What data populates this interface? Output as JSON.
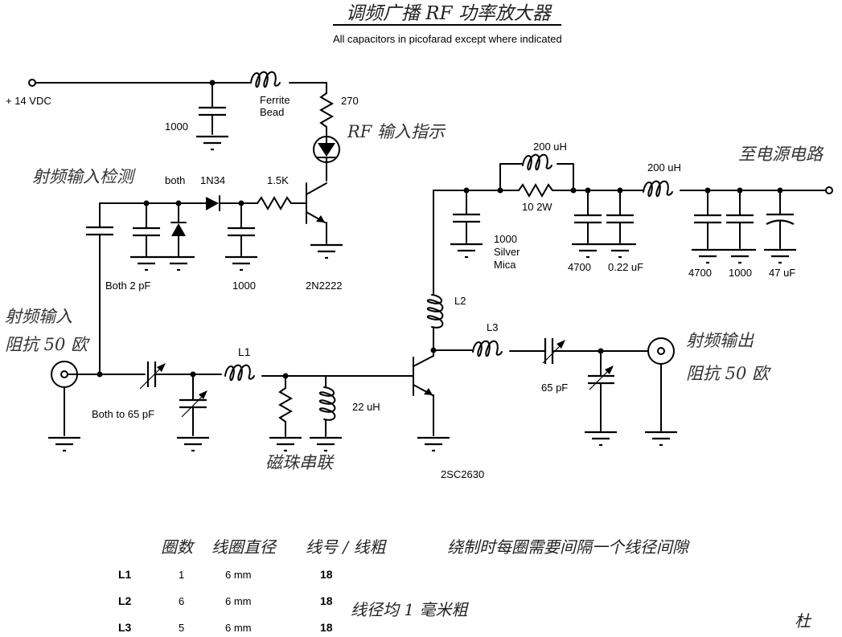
{
  "title": "调频广播 RF 功率放大器",
  "subtitle": "All capacitors in picofarad except where indicated",
  "labels": {
    "supply": "+ 14 VDC",
    "c_supply": "1000",
    "ferrite_1": "Ferrite",
    "ferrite_2": "Bead",
    "r_led": "270",
    "led_label": "RF 输入指示",
    "detect_title": "射频输入检测",
    "both": "both",
    "diode": "1N34",
    "r_base": "1.5K",
    "both_2pf": "Both 2 pF",
    "c_det": "1000",
    "q1": "2N2222",
    "rf_in_1": "射频输入",
    "rf_in_2": "阻抗 50 欧",
    "both_65pf": "Both to 65 pF",
    "l1": "L1",
    "ind_22": "22 uH",
    "bead_series": "磁珠串联",
    "q2": "2SC2630",
    "l2": "L2",
    "l3": "L3",
    "c_out_var": "65 pF",
    "rf_out_1": "射频输出",
    "rf_out_2": "阻抗 50 欧",
    "power_circuit": "至电源电路",
    "ind_200_a": "200 uH",
    "r_10": "10 2W",
    "ind_200_b": "200 uH",
    "c_mica_1": "1000",
    "c_mica_2": "Silver",
    "c_mica_3": "Mica",
    "c_4700_a": "4700",
    "c_022": "0.22 uF",
    "c_4700_b": "4700",
    "c_1000_b": "1000",
    "c_47uf": "47 uF"
  },
  "coil_table": {
    "headers": [
      "圈数",
      "线圈直径",
      "线号 / 线粗"
    ],
    "note": "绕制时每圈需要间隔一个线径间隙",
    "rows": [
      {
        "name": "L1",
        "turns": "1",
        "diameter": "6 mm",
        "gauge": "18"
      },
      {
        "name": "L2",
        "turns": "6",
        "diameter": "6 mm",
        "gauge": "18"
      },
      {
        "name": "L3",
        "turns": "5",
        "diameter": "6 mm",
        "gauge": "18"
      }
    ],
    "wire_note": "线径均 1 毫米粗"
  },
  "signature": "杜"
}
